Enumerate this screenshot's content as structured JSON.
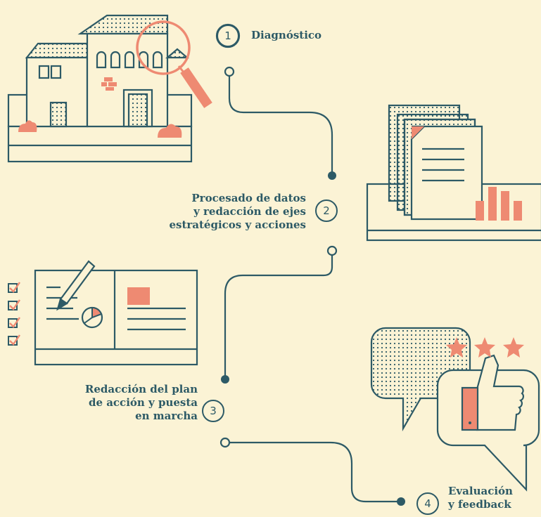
{
  "steps": [
    {
      "number": "1",
      "lines": [
        "Diagnóstico"
      ]
    },
    {
      "number": "2",
      "lines": [
        "Procesado de datos",
        "y redacción de ejes",
        "estratégicos y acciones"
      ]
    },
    {
      "number": "3",
      "lines": [
        "Redacción del plan",
        "de acción y puesta",
        "en marcha"
      ]
    },
    {
      "number": "4",
      "lines": [
        "Evaluación",
        "y feedback"
      ]
    }
  ],
  "colors": {
    "background": "#fbf3d5",
    "ink": "#2d5a66",
    "accent": "#ee8a72"
  },
  "icons": [
    "house-illustration",
    "magnifier-icon",
    "documents-chart-illustration",
    "open-plan-book-illustration",
    "pencil-icon",
    "pie-chart-icon",
    "checklist-icon",
    "speech-bubbles-icon",
    "thumbs-up-icon",
    "star-icon"
  ]
}
